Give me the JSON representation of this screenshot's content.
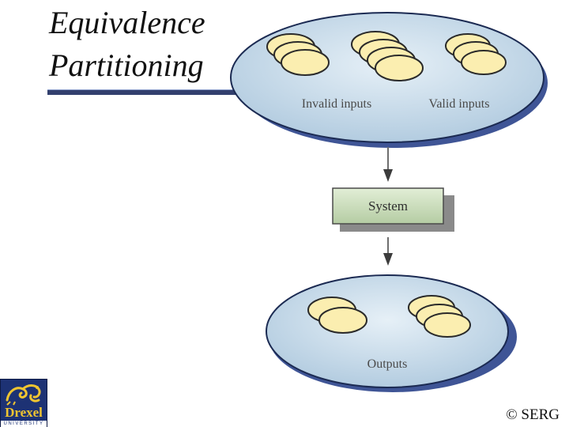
{
  "slide": {
    "title_line1": "Equivalence",
    "title_line2": "Partitioning"
  },
  "diagram": {
    "input_domain": {
      "invalid_label": "Invalid inputs",
      "valid_label": "Valid inputs"
    },
    "system_label": "System",
    "output_domain": {
      "label": "Outputs"
    }
  },
  "logo": {
    "word": "Drexel",
    "sub": "UNIVERSITY"
  },
  "footer": {
    "copyright": "© SERG"
  },
  "colors": {
    "domain_fill": "#c6dced",
    "domain_shadow": "#3f5596",
    "partition_fill": "#fbeeb0",
    "system_fill": "#cfe0c0",
    "title_rule": "#33406e",
    "logo_bg": "#1d3274",
    "logo_gold": "#f0c531"
  }
}
